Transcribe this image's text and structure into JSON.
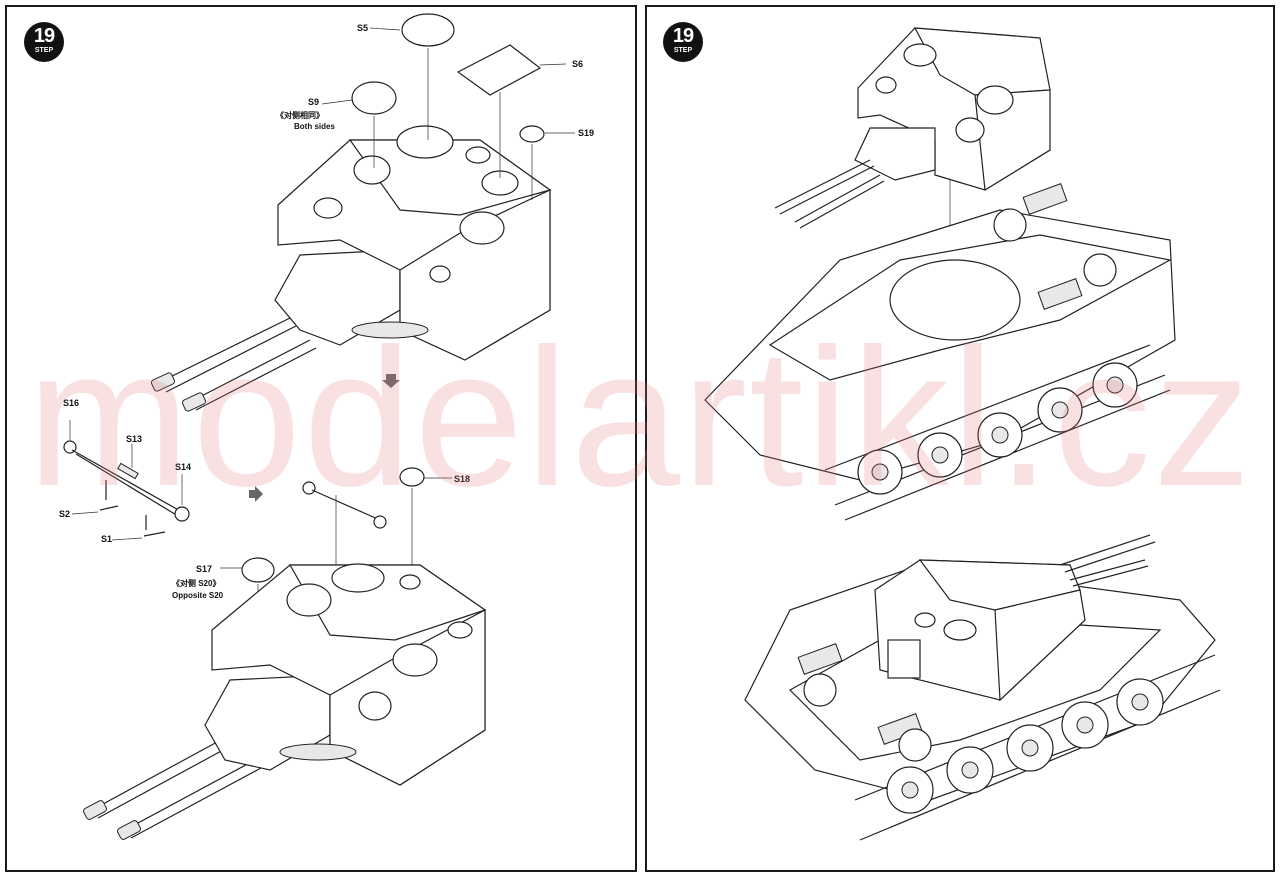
{
  "steps": {
    "left": {
      "number": "19",
      "word": "STEP"
    },
    "right": {
      "number": "19",
      "word": "STEP"
    }
  },
  "parts": {
    "s5": "S5",
    "s6": "S6",
    "s9": "S9",
    "s19": "S19",
    "s16": "S16",
    "s13": "S13",
    "s14": "S14",
    "s2": "S2",
    "s1": "S1",
    "s18": "S18",
    "s17": "S17"
  },
  "notes": {
    "both_sides_cn": "《对侧相同》",
    "both_sides_en": "Both sides",
    "opposite_cn": "《对侧 S20》",
    "opposite_en": "Opposite S20"
  },
  "watermark": "modelartikl.cz",
  "icons": {
    "flow_down": "down-arrow-icon",
    "flow_right": "right-arrow-icon"
  }
}
